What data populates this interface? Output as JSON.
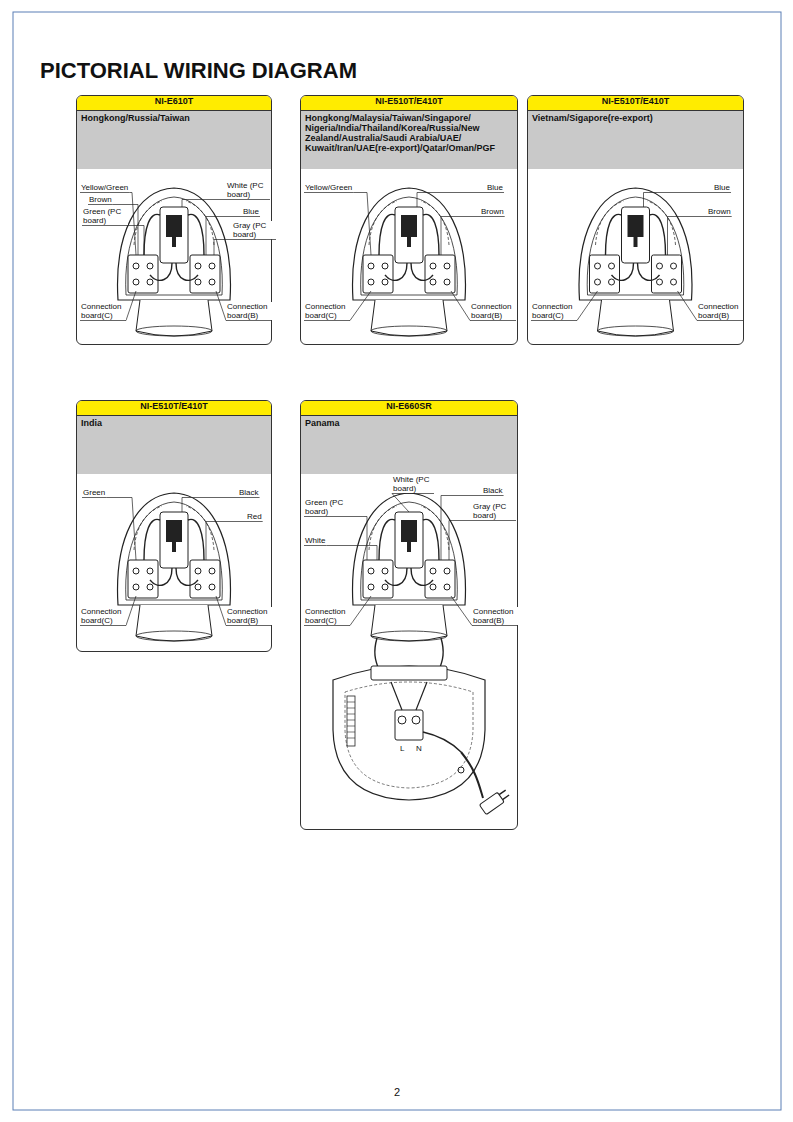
{
  "diagram": {
    "title": "PICTORIAL WIRING DIAGRAM",
    "nodes": [
      {
        "text": [
          "NI-E610T",
          "Hongkong/Russia/Taiwan"
        ]
      },
      {
        "text": [
          "NI-E510T/E410T",
          "Hongkong/Malaysia/Taiwan/Singapore/ Nigeria/India/Thailand/Korea/Russia/New Zealand/Australia/Saudi Arabia/UAE/ Kuwait/Iran/UAE(re-export)/Qatar/Oman/PGF"
        ]
      },
      {
        "text": [
          "NI-E510T/E410T",
          "Vietnam/Sigapore(re-export)"
        ]
      },
      {
        "text": [
          "NI-E510T/E410T",
          "India"
        ]
      },
      {
        "text": [
          "NI-E660SR",
          "Panama"
        ]
      }
    ],
    "labels": [
      "Yellow/Green",
      "Brown",
      "Green (PC board)",
      "White (PC board)",
      "Blue",
      "Gray (PC board)",
      "Connection board(C)",
      "Connection board(B)",
      "Yellow/Green",
      "Blue",
      "Brown",
      "Connection board(C)",
      "Connection board(B)",
      "Blue",
      "Brown",
      "Connection board(C)",
      "Connection board(B)",
      "Green",
      "Black",
      "Red",
      "Connection board(C)",
      "Connection board(B)",
      "White (PC board)",
      "Black",
      "Green (PC board)",
      "Gray (PC board)",
      "White",
      "Connection board(C)",
      "Connection board(B)",
      "L",
      "N",
      "2"
    ]
  }
}
